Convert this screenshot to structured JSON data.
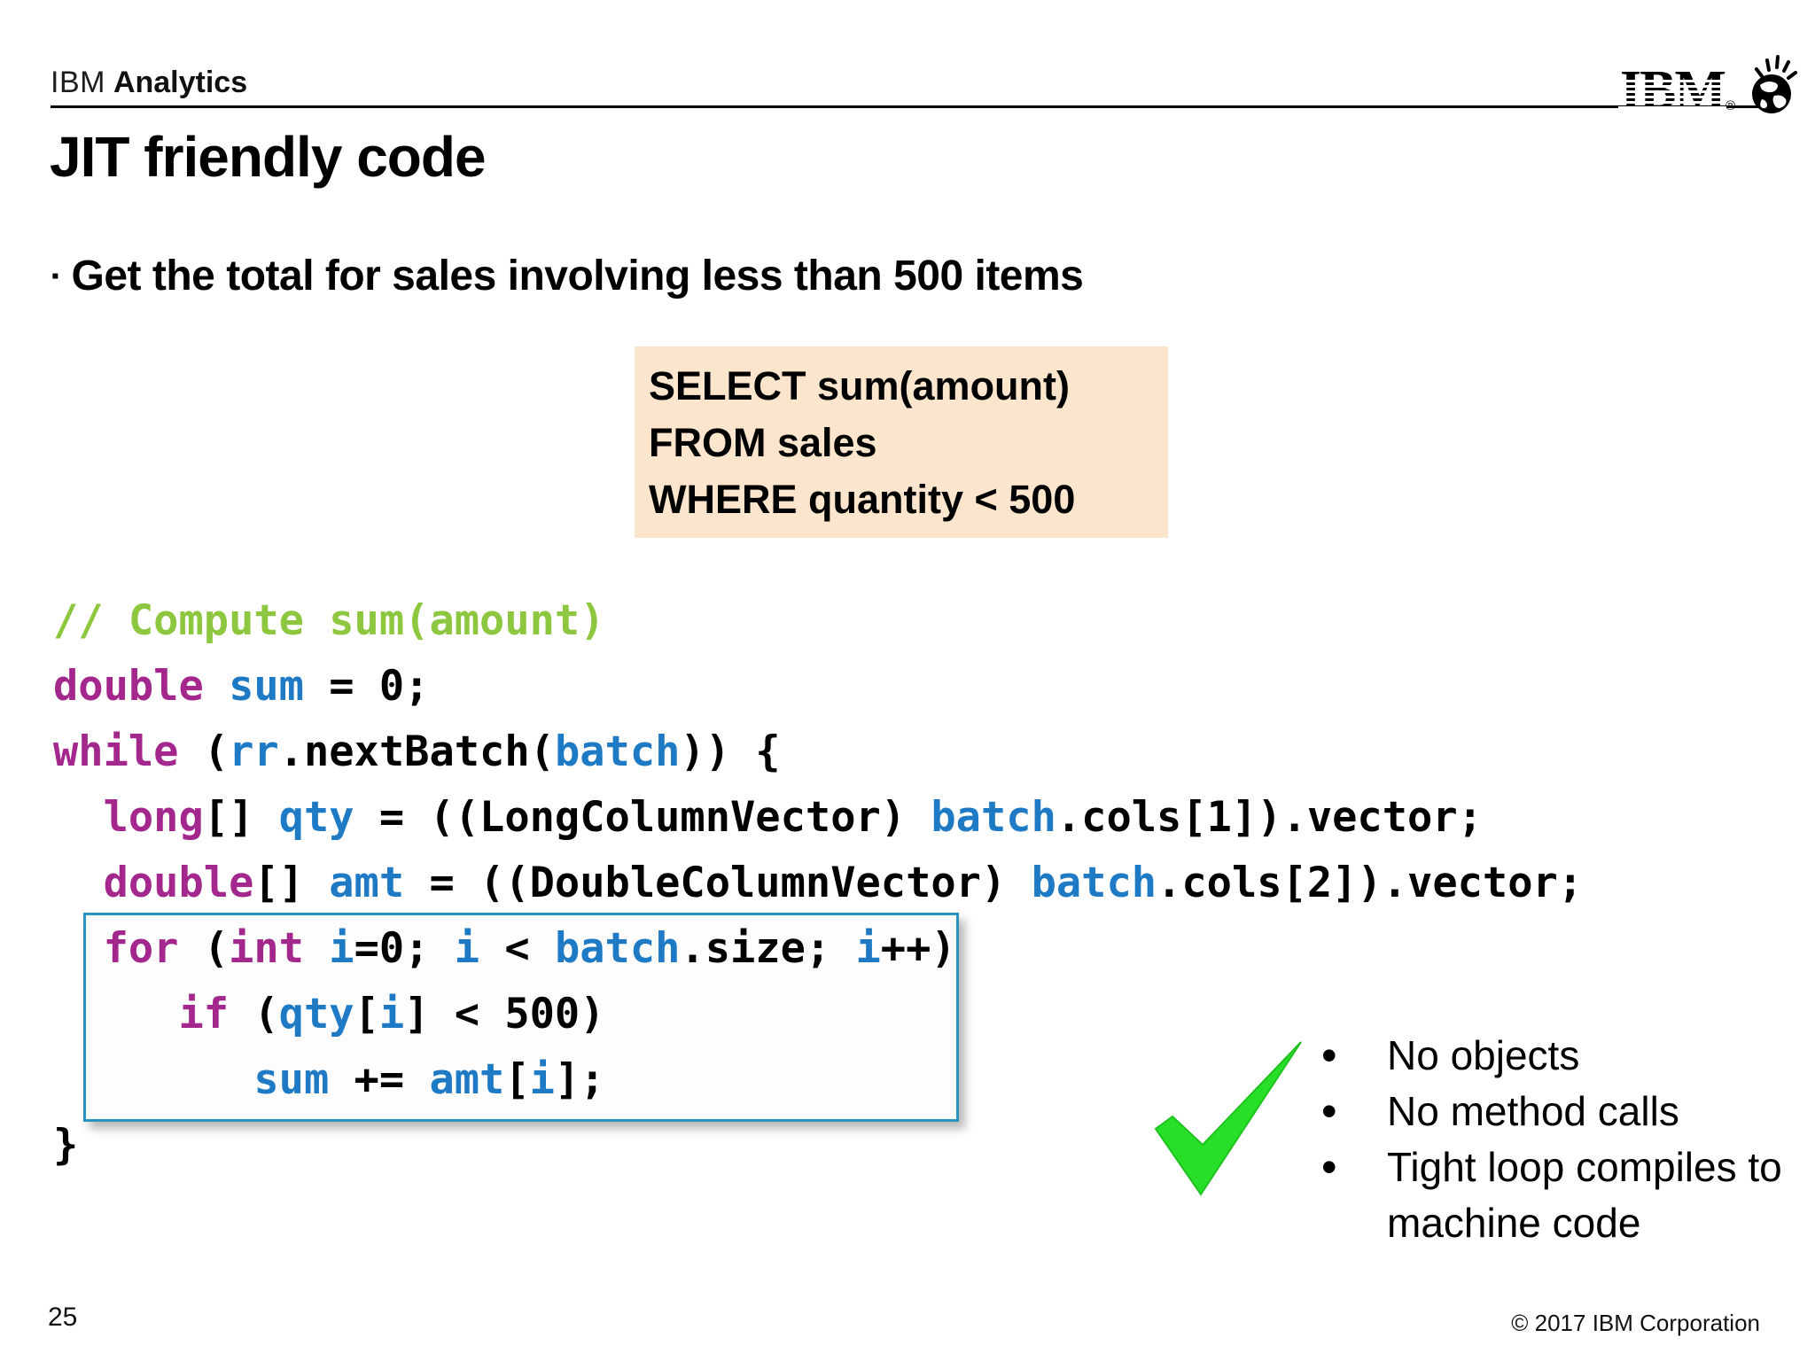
{
  "slide": {
    "header": {
      "brand_light": "IBM",
      "brand_bold": "Analytics"
    },
    "ibm_logo": {
      "text": "IBM",
      "reg": "®",
      "globe_icon": "smarter-planet-globe-icon"
    },
    "title": "JIT friendly code",
    "heading": {
      "bullet": "▪",
      "text": "Get the total for sales involving less than 500 items"
    },
    "sql": {
      "lines": [
        "SELECT sum(amount)",
        "FROM sales",
        "WHERE quantity < 500"
      ],
      "bg": "#FBE5CC"
    },
    "code": {
      "lines": [
        {
          "tokens": [
            [
              "// Compute sum(amount)",
              "c"
            ]
          ]
        },
        {
          "tokens": [
            [
              "double",
              "k"
            ],
            [
              " ",
              "p"
            ],
            [
              "sum",
              "v"
            ],
            [
              " = 0;",
              "p"
            ]
          ]
        },
        {
          "tokens": [
            [
              "while",
              "k"
            ],
            [
              " (",
              "p"
            ],
            [
              "rr",
              "v"
            ],
            [
              ".nextBatch(",
              "p"
            ],
            [
              "batch",
              "v"
            ],
            [
              ")) {",
              "p"
            ]
          ]
        },
        {
          "tokens": [
            [
              "  ",
              "p"
            ],
            [
              "long",
              "k"
            ],
            [
              "[] ",
              "p"
            ],
            [
              "qty",
              "v"
            ],
            [
              " = ((LongColumnVector) ",
              "p"
            ],
            [
              "batch",
              "v"
            ],
            [
              ".cols[1]).vector;",
              "p"
            ]
          ]
        },
        {
          "tokens": [
            [
              "  ",
              "p"
            ],
            [
              "double",
              "k"
            ],
            [
              "[] ",
              "p"
            ],
            [
              "amt",
              "v"
            ],
            [
              " = ((DoubleColumnVector) ",
              "p"
            ],
            [
              "batch",
              "v"
            ],
            [
              ".cols[2]).vector;",
              "p"
            ]
          ]
        },
        {
          "tokens": [
            [
              "  ",
              "p"
            ],
            [
              "for",
              "k"
            ],
            [
              " (",
              "p"
            ],
            [
              "int",
              "k"
            ],
            [
              " ",
              "p"
            ],
            [
              "i",
              "v"
            ],
            [
              "=0; ",
              "p"
            ],
            [
              "i",
              "v"
            ],
            [
              " < ",
              "p"
            ],
            [
              "batch",
              "v"
            ],
            [
              ".size; ",
              "p"
            ],
            [
              "i",
              "v"
            ],
            [
              "++)",
              "p"
            ]
          ]
        },
        {
          "tokens": [
            [
              "     ",
              "p"
            ],
            [
              "if",
              "k"
            ],
            [
              " (",
              "p"
            ],
            [
              "qty",
              "v"
            ],
            [
              "[",
              "p"
            ],
            [
              "i",
              "v"
            ],
            [
              "] < 500)",
              "p"
            ]
          ]
        },
        {
          "tokens": [
            [
              "        ",
              "p"
            ],
            [
              "sum",
              "v"
            ],
            [
              " += ",
              "p"
            ],
            [
              "amt",
              "v"
            ],
            [
              "[",
              "p"
            ],
            [
              "i",
              "v"
            ],
            [
              "];",
              "p"
            ]
          ]
        },
        {
          "tokens": [
            [
              "}",
              "p"
            ]
          ]
        }
      ],
      "boxed_line_indexes": [
        5,
        6,
        7
      ]
    },
    "benefits": {
      "bullet_char": "•",
      "items": [
        "No objects",
        "No method calls",
        "Tight loop compiles to machine code"
      ],
      "check_icon": "green-checkmark"
    },
    "footer": {
      "page": "25",
      "copyright": "© 2017 IBM Corporation"
    },
    "colors": {
      "keyword": "#A3278C",
      "identifier": "#1E7AC4",
      "comment": "#8DC63F",
      "plain": "#000000",
      "sql_bg": "#FBE5CC",
      "loop_box_border": "#2B92BA",
      "check_green": "#27DF27"
    }
  }
}
